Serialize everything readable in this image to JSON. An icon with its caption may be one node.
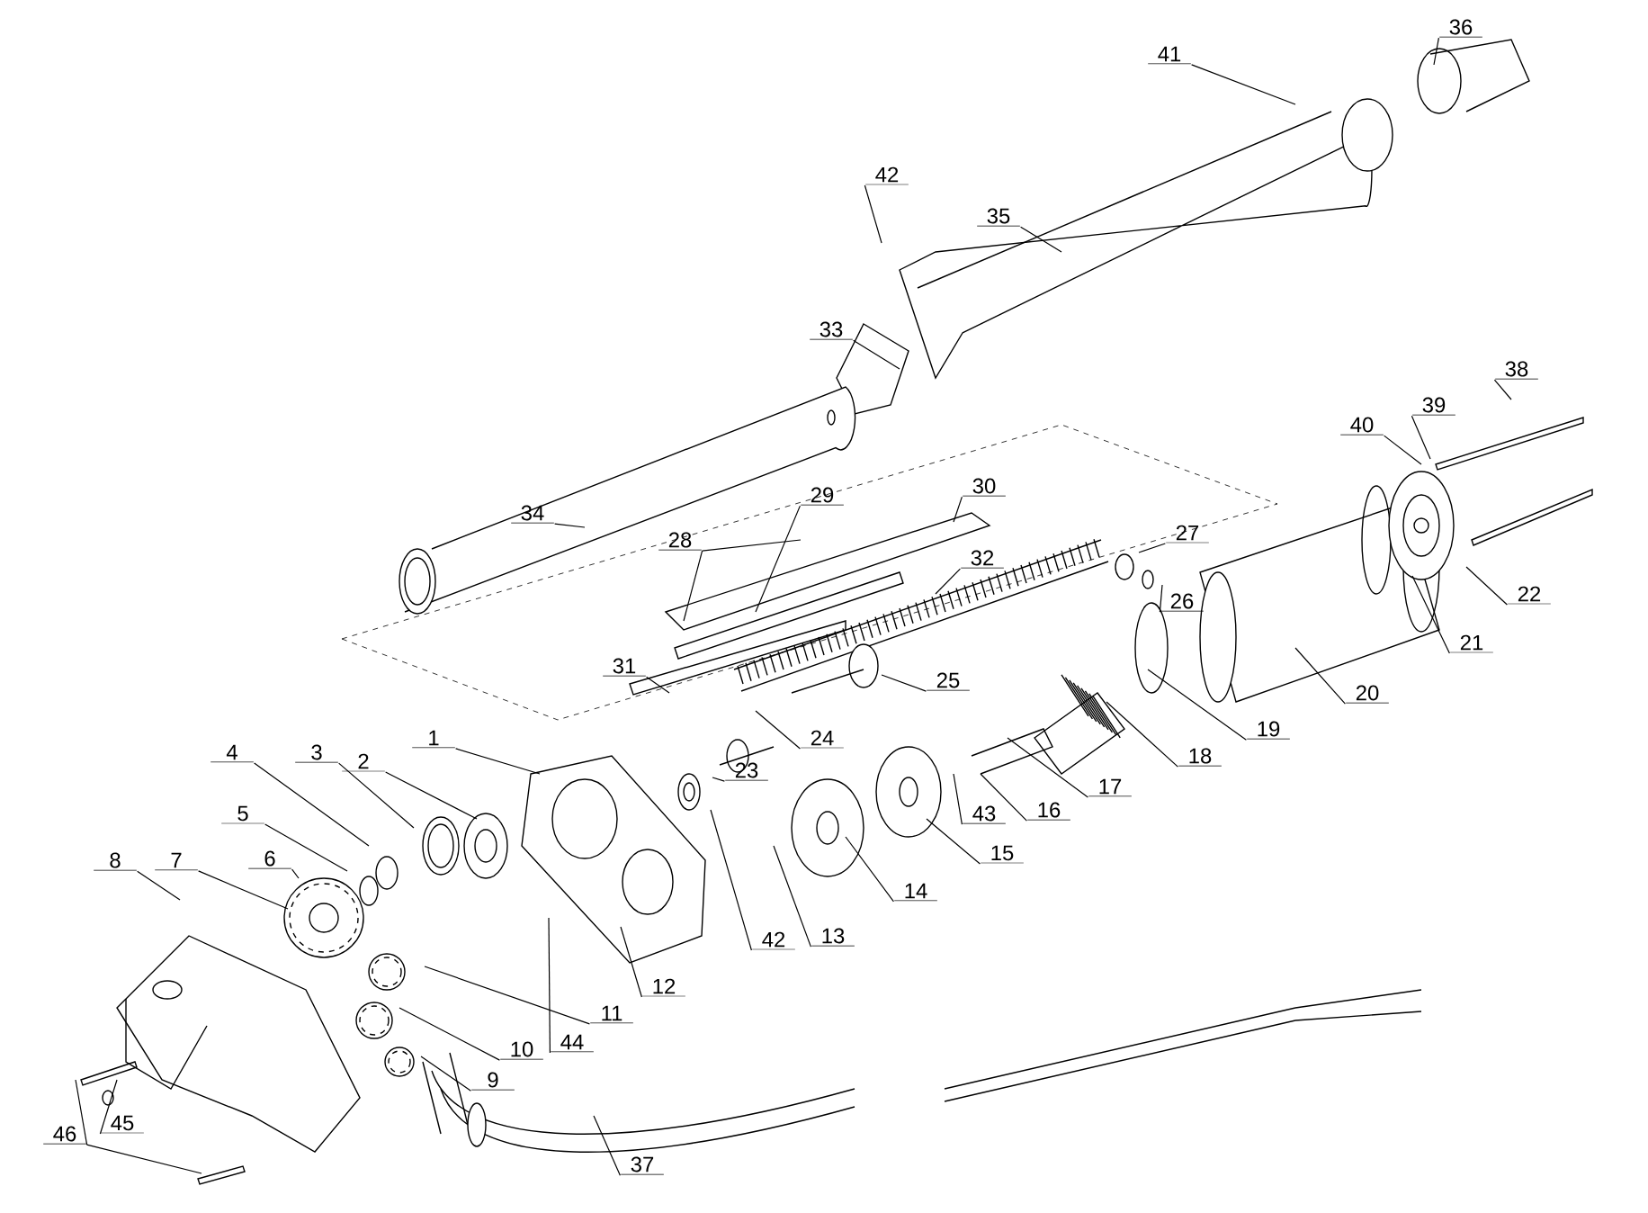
{
  "diagram": {
    "nodes": [
      {
        "text": [
          "41"
        ]
      },
      {
        "text": [
          "36"
        ]
      },
      {
        "text": [
          "42"
        ]
      },
      {
        "text": [
          "35"
        ]
      },
      {
        "text": [
          "33"
        ]
      },
      {
        "text": [
          "38"
        ]
      },
      {
        "text": [
          "39"
        ]
      },
      {
        "text": [
          "40"
        ]
      },
      {
        "text": [
          "30"
        ]
      },
      {
        "text": [
          "29"
        ]
      },
      {
        "text": [
          "34"
        ]
      },
      {
        "text": [
          "28"
        ]
      },
      {
        "text": [
          "27"
        ]
      },
      {
        "text": [
          "26"
        ]
      },
      {
        "text": [
          "32"
        ]
      },
      {
        "text": [
          "22"
        ]
      },
      {
        "text": [
          "21"
        ]
      },
      {
        "text": [
          "31"
        ]
      },
      {
        "text": [
          "25"
        ]
      },
      {
        "text": [
          "20"
        ]
      },
      {
        "text": [
          "19"
        ]
      },
      {
        "text": [
          "18"
        ]
      },
      {
        "text": [
          "24"
        ]
      },
      {
        "text": [
          "17"
        ]
      },
      {
        "text": [
          "23"
        ]
      },
      {
        "text": [
          "16"
        ]
      },
      {
        "text": [
          "1"
        ]
      },
      {
        "text": [
          "2"
        ]
      },
      {
        "text": [
          "3"
        ]
      },
      {
        "text": [
          "4"
        ]
      },
      {
        "text": [
          "43"
        ]
      },
      {
        "text": [
          "15"
        ]
      },
      {
        "text": [
          "5"
        ]
      },
      {
        "text": [
          "6"
        ]
      },
      {
        "text": [
          "14"
        ]
      },
      {
        "text": [
          "7"
        ]
      },
      {
        "text": [
          "8"
        ]
      },
      {
        "text": [
          "13"
        ]
      },
      {
        "text": [
          "42"
        ]
      },
      {
        "text": [
          "12"
        ]
      },
      {
        "text": [
          "11"
        ]
      },
      {
        "text": [
          "44"
        ]
      },
      {
        "text": [
          "10"
        ]
      },
      {
        "text": [
          "9"
        ]
      },
      {
        "text": [
          "46"
        ]
      },
      {
        "text": [
          "45"
        ]
      },
      {
        "text": [
          "37"
        ]
      }
    ],
    "edges": [
      {
        "from": 0,
        "to": null,
        "arrow": "none"
      },
      {
        "from": 1,
        "to": null,
        "arrow": "none"
      },
      {
        "from": 2,
        "to": null,
        "arrow": "none"
      },
      {
        "from": 3,
        "to": null,
        "arrow": "none"
      },
      {
        "from": 4,
        "to": null,
        "arrow": "none"
      },
      {
        "from": 5,
        "to": null,
        "arrow": "none"
      },
      {
        "from": 6,
        "to": null,
        "arrow": "none"
      },
      {
        "from": 7,
        "to": null,
        "arrow": "none"
      },
      {
        "from": 8,
        "to": null,
        "arrow": "none"
      },
      {
        "from": 9,
        "to": null,
        "arrow": "none"
      },
      {
        "from": 10,
        "to": null,
        "arrow": "none"
      },
      {
        "from": 11,
        "to": null,
        "arrow": "none"
      },
      {
        "from": 11,
        "to": null,
        "arrow": "none"
      },
      {
        "from": 12,
        "to": null,
        "arrow": "none"
      },
      {
        "from": 13,
        "to": null,
        "arrow": "none"
      },
      {
        "from": 14,
        "to": null,
        "arrow": "none"
      },
      {
        "from": 15,
        "to": null,
        "arrow": "none"
      },
      {
        "from": 16,
        "to": null,
        "arrow": "none"
      },
      {
        "from": 17,
        "to": null,
        "arrow": "none"
      },
      {
        "from": 18,
        "to": null,
        "arrow": "none"
      },
      {
        "from": 19,
        "to": null,
        "arrow": "none"
      },
      {
        "from": 20,
        "to": null,
        "arrow": "none"
      },
      {
        "from": 21,
        "to": null,
        "arrow": "none"
      },
      {
        "from": 22,
        "to": null,
        "arrow": "none"
      },
      {
        "from": 23,
        "to": null,
        "arrow": "none"
      },
      {
        "from": 24,
        "to": null,
        "arrow": "none"
      },
      {
        "from": 25,
        "to": null,
        "arrow": "none"
      },
      {
        "from": 26,
        "to": null,
        "arrow": "none"
      },
      {
        "from": 27,
        "to": null,
        "arrow": "none"
      },
      {
        "from": 28,
        "to": null,
        "arrow": "none"
      },
      {
        "from": 29,
        "to": null,
        "arrow": "none"
      },
      {
        "from": 30,
        "to": null,
        "arrow": "none"
      },
      {
        "from": 31,
        "to": null,
        "arrow": "none"
      },
      {
        "from": 32,
        "to": null,
        "arrow": "none"
      },
      {
        "from": 33,
        "to": null,
        "arrow": "none"
      },
      {
        "from": 34,
        "to": null,
        "arrow": "none"
      },
      {
        "from": 35,
        "to": null,
        "arrow": "none"
      },
      {
        "from": 36,
        "to": null,
        "arrow": "none"
      },
      {
        "from": 37,
        "to": null,
        "arrow": "none"
      },
      {
        "from": 38,
        "to": null,
        "arrow": "none"
      },
      {
        "from": 39,
        "to": null,
        "arrow": "none"
      },
      {
        "from": 40,
        "to": null,
        "arrow": "none"
      },
      {
        "from": 41,
        "to": null,
        "arrow": "none"
      },
      {
        "from": 42,
        "to": null,
        "arrow": "none"
      },
      {
        "from": 43,
        "to": null,
        "arrow": "none"
      },
      {
        "from": 44,
        "to": null,
        "arrow": "none"
      },
      {
        "from": 44,
        "to": null,
        "arrow": "none"
      },
      {
        "from": 45,
        "to": null,
        "arrow": "none"
      },
      {
        "from": 46,
        "to": null,
        "arrow": "none"
      }
    ]
  }
}
